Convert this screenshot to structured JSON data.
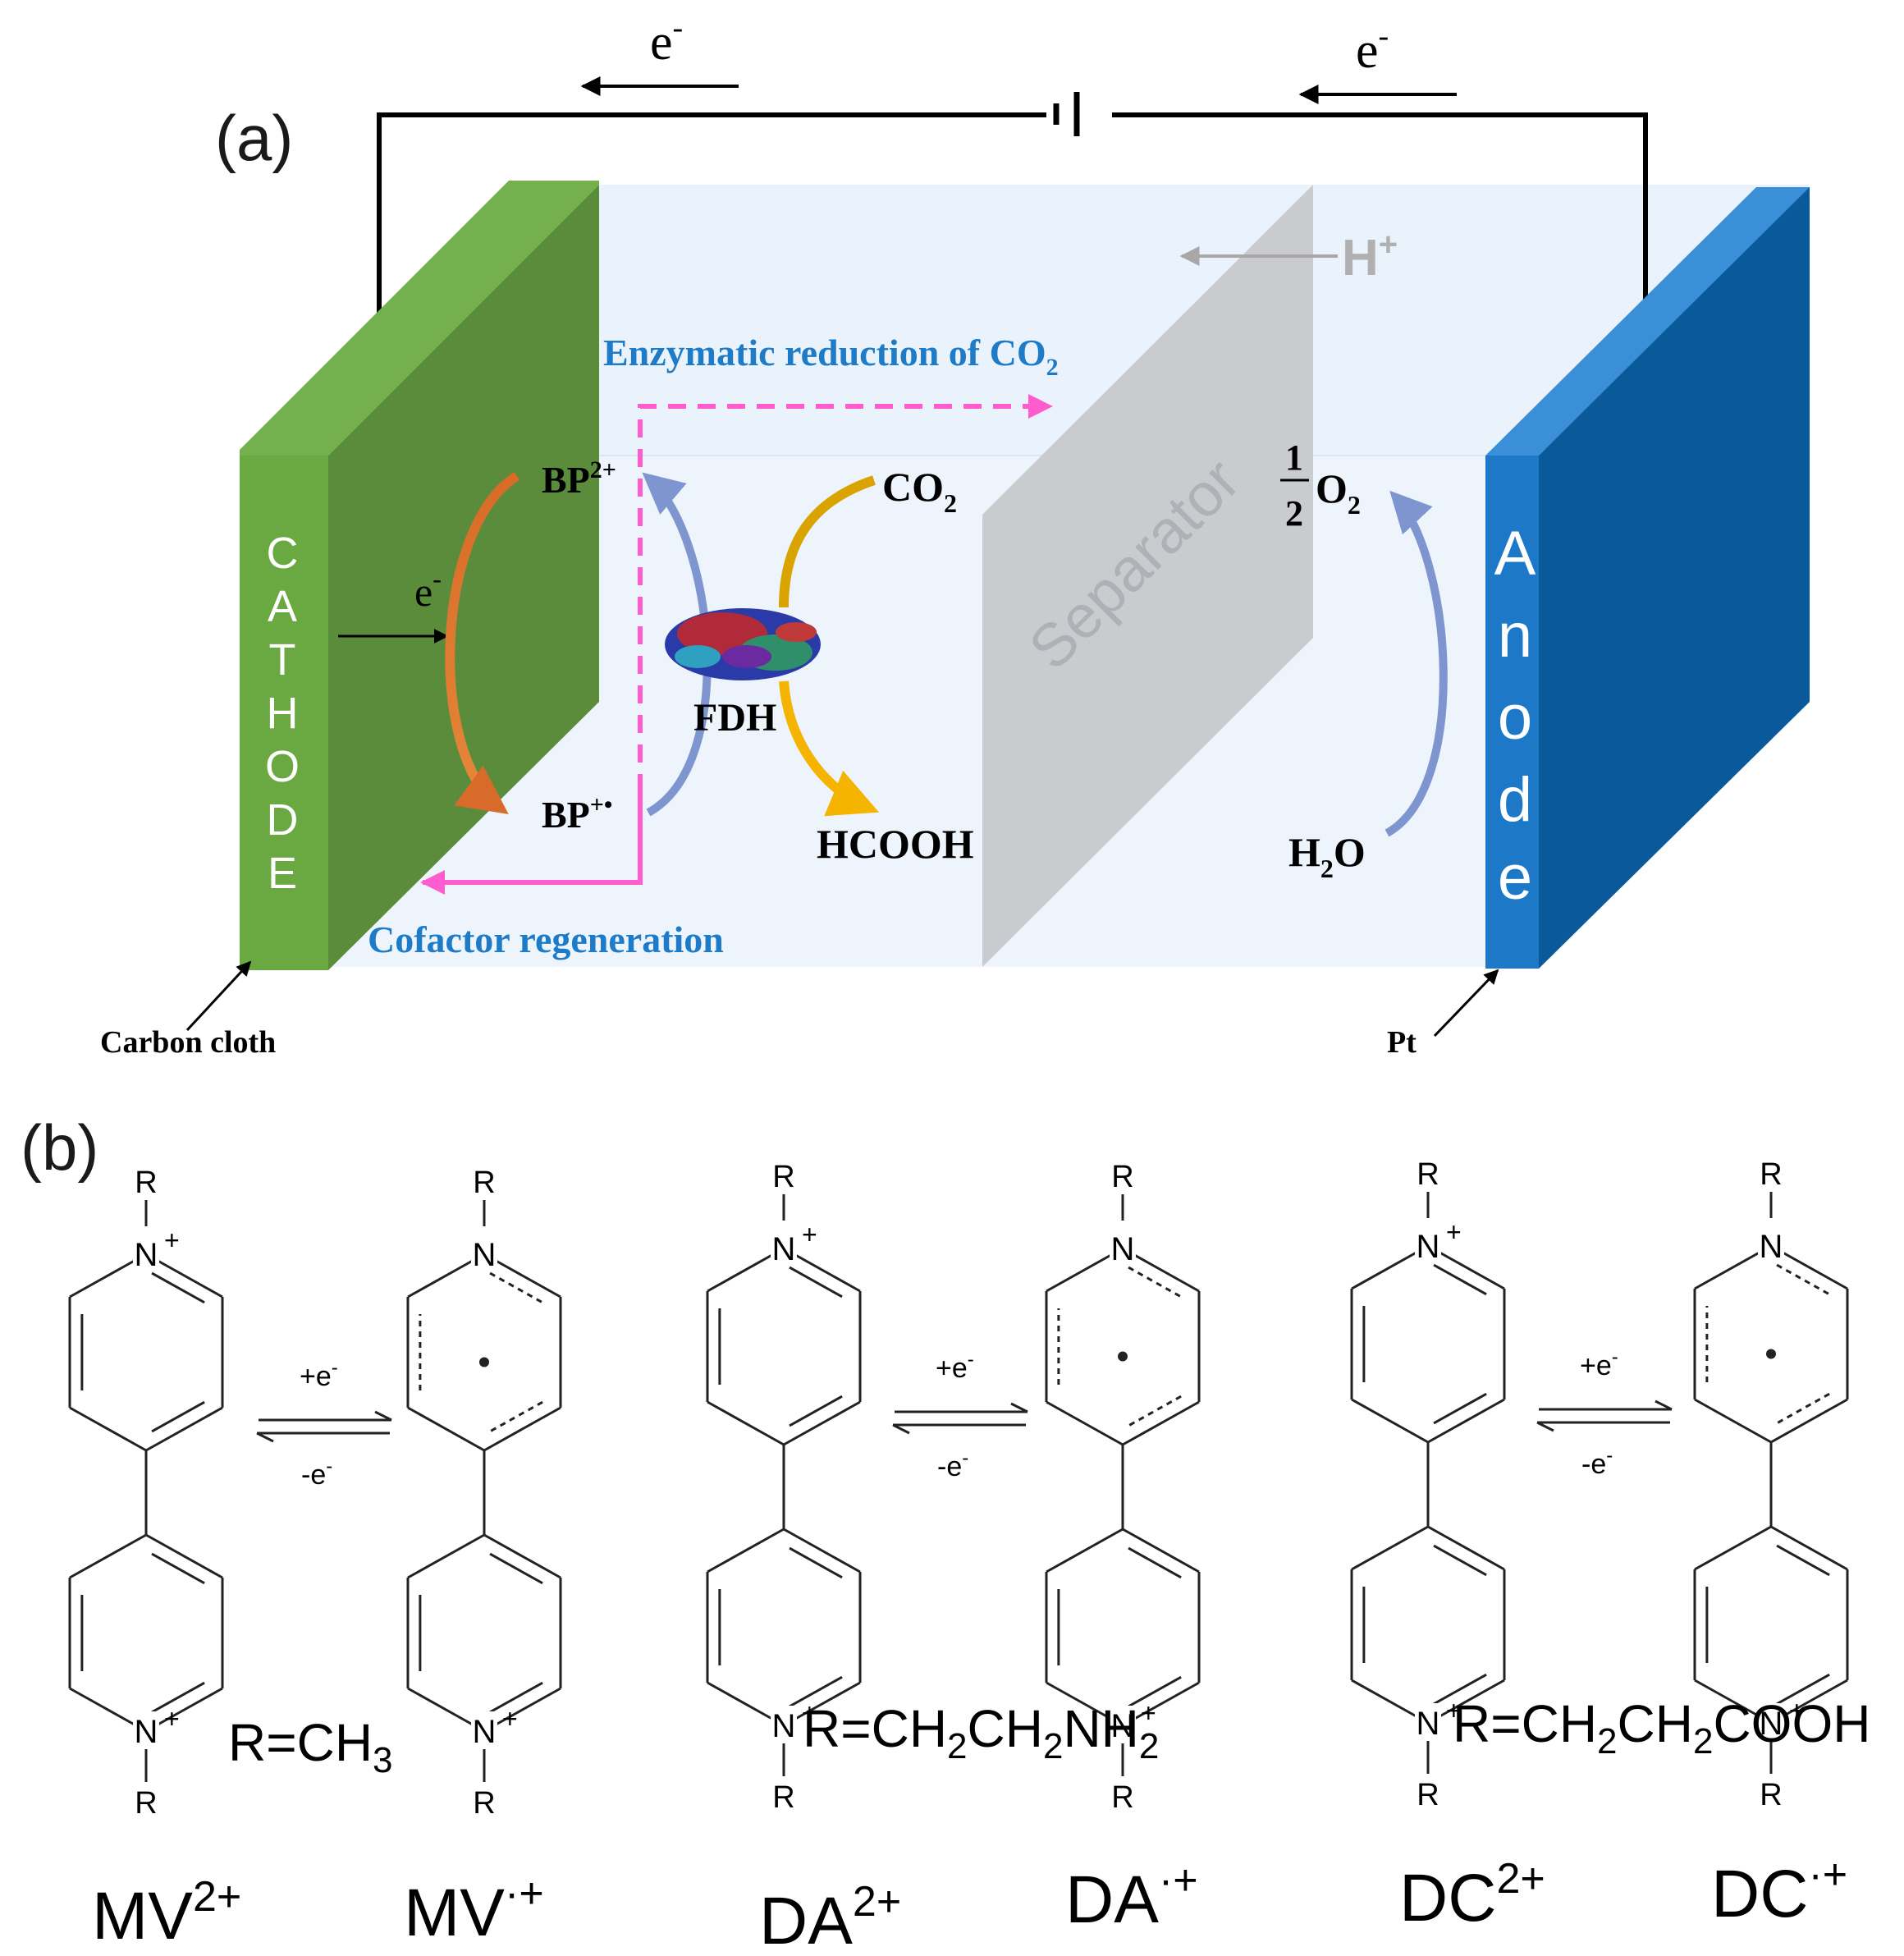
{
  "panel_a": {
    "label": "(a)",
    "electron_label": "e",
    "electron_sup": "-",
    "cathode_letters": [
      "C",
      "A",
      "T",
      "H",
      "O",
      "D",
      "E"
    ],
    "anode_letters": [
      "A",
      "n",
      "o",
      "d",
      "e"
    ],
    "separator_label": "Separator",
    "proton": "H",
    "proton_sup": "+",
    "enzymatic_text": "Enzymatic reduction of CO",
    "enzymatic_sub": "2",
    "cofactor_text": "Cofactor regeneration",
    "bp_ox": "BP",
    "bp_ox_sup": "2+",
    "bp_red": "BP",
    "bp_red_sup": "+•",
    "fdh": "FDH",
    "co2": "CO",
    "co2_sub": "2",
    "hcooh": "HCOOH",
    "half_num": "1",
    "half_den": "2",
    "o2": "O",
    "o2_sub": "2",
    "h2o_h": "H",
    "h2o_sub": "2",
    "h2o_o": "O",
    "carbon_cloth": "Carbon cloth",
    "pt": "Pt",
    "colors": {
      "cathode_face": "#5b8c3b",
      "cathode_side": "#75b04f",
      "anode_face": "#0a5a9b",
      "anode_side": "#1f7acb",
      "separator": "#c9cbcf",
      "cell_bg": "#eaf2fb",
      "pink": "#ff5cd0",
      "blue_text": "#1e7bc8"
    }
  },
  "panel_b": {
    "label": "(b)",
    "atom_R": "R",
    "atom_N": "N",
    "plus": "+",
    "forward": "+e",
    "backward": "-e",
    "e_sup": "-",
    "r_defs": [
      {
        "pre": "R=CH",
        "s1": "3",
        "mid": "",
        "s2": "",
        "post": ""
      },
      {
        "pre": "R=CH",
        "s1": "2",
        "mid": "CH",
        "s2": "2",
        "post": "NH",
        "s3": "2"
      },
      {
        "pre": "R=CH",
        "s1": "2",
        "mid": "CH",
        "s2": "2",
        "post": "COOH",
        "s3": ""
      }
    ],
    "names": [
      {
        "base": "MV",
        "sup": "2+"
      },
      {
        "base": "MV",
        "sup": "·+"
      },
      {
        "base": "DA",
        "sup": "2+"
      },
      {
        "base": "DA",
        "sup": "·+"
      },
      {
        "base": "DC",
        "sup": "2+"
      },
      {
        "base": "DC",
        "sup": "·+"
      }
    ]
  }
}
